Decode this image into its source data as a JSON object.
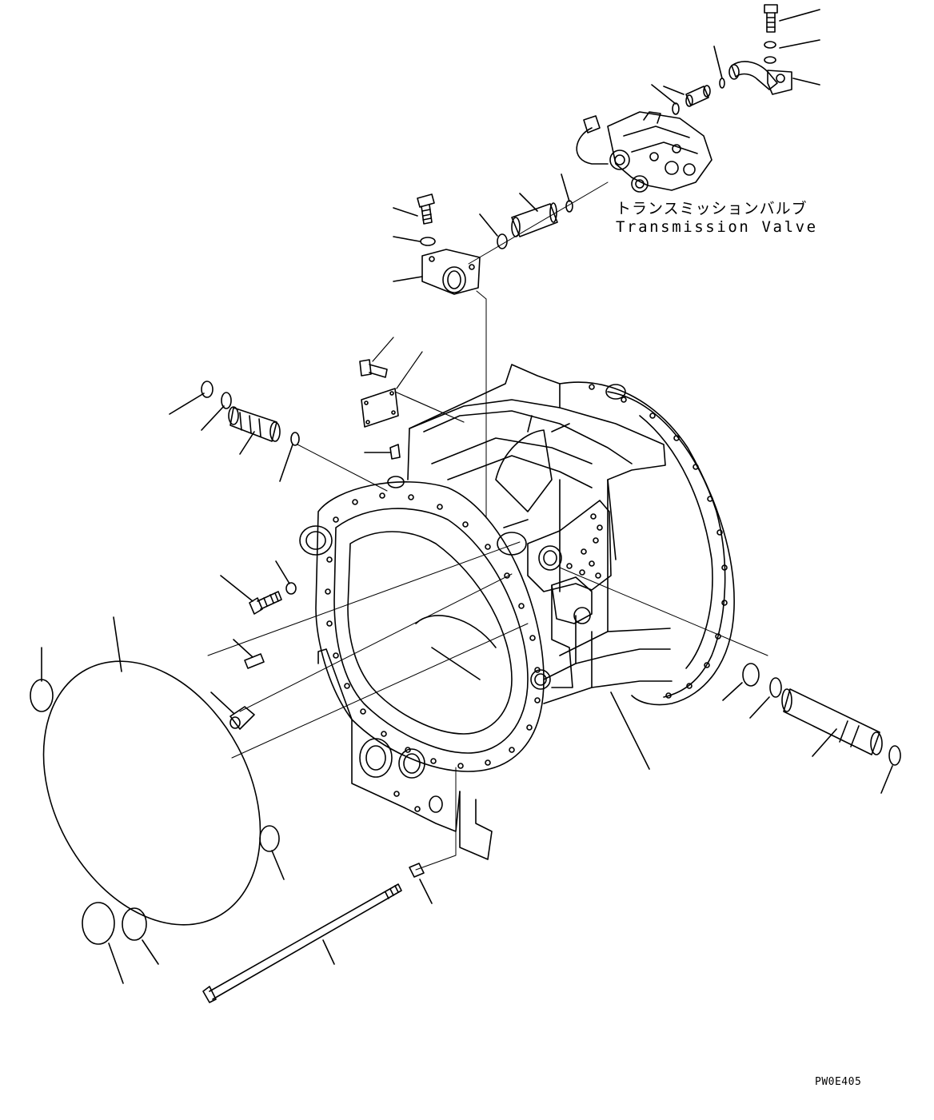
{
  "callout": {
    "japanese": "トランスミッションバルブ",
    "english": "Transmission Valve"
  },
  "figure_code": "PW0E405",
  "line_color": "#000000",
  "background_color": "#ffffff"
}
